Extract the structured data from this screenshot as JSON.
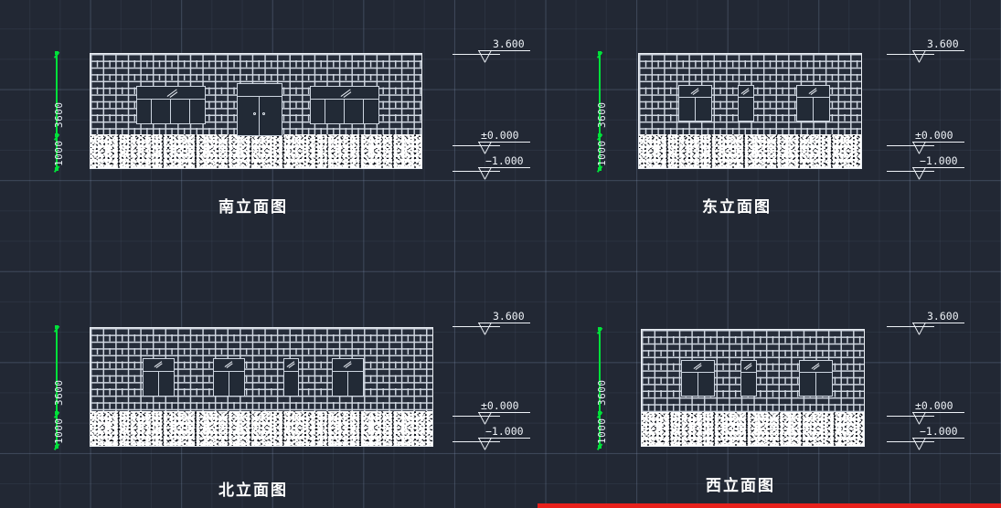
{
  "app": {
    "background_color": "#222834",
    "grid_color": "#7a8caa",
    "line_color": "#e9edf2",
    "dimension_color": "#00e03a",
    "accent_bar_color": "#e8201b"
  },
  "drawing": {
    "kind": "architectural-elevations",
    "views": [
      {
        "id": "south",
        "title": "南立面图",
        "dimensions": {
          "upper": "3600",
          "lower": "1000"
        },
        "elevations": [
          {
            "value": "3.600"
          },
          {
            "value": "±0.000"
          },
          {
            "value": "−1.000"
          }
        ],
        "openings": {
          "windows": [
            {
              "type": "wide",
              "panes": 3
            },
            {
              "type": "wide",
              "panes": 3
            }
          ],
          "doors": [
            {
              "type": "double",
              "leaves": 2,
              "handles": 2,
              "transom": true
            }
          ]
        }
      },
      {
        "id": "east",
        "title": "东立面图",
        "dimensions": {
          "upper": "3600",
          "lower": "1000"
        },
        "elevations": [
          {
            "value": "3.600"
          },
          {
            "value": "±0.000"
          },
          {
            "value": "−1.000"
          }
        ],
        "openings": {
          "windows": [
            {
              "type": "wide",
              "panes": 2
            },
            {
              "type": "narrow",
              "panes": 1
            },
            {
              "type": "wide",
              "panes": 2
            }
          ],
          "doors": []
        }
      },
      {
        "id": "north",
        "title": "北立面图",
        "dimensions": {
          "upper": "3600",
          "lower": "1000"
        },
        "elevations": [
          {
            "value": "3.600"
          },
          {
            "value": "±0.000"
          },
          {
            "value": "−1.000"
          }
        ],
        "openings": {
          "windows": [
            {
              "type": "wide",
              "panes": 2
            },
            {
              "type": "wide",
              "panes": 2
            },
            {
              "type": "narrow",
              "panes": 1
            },
            {
              "type": "wide",
              "panes": 2
            }
          ],
          "doors": []
        }
      },
      {
        "id": "west",
        "title": "西立面图",
        "dimensions": {
          "upper": "3600",
          "lower": "1000"
        },
        "elevations": [
          {
            "value": "3.600"
          },
          {
            "value": "±0.000"
          },
          {
            "value": "−1.000"
          }
        ],
        "openings": {
          "windows": [
            {
              "type": "wide",
              "panes": 2
            },
            {
              "type": "narrow",
              "panes": 1
            },
            {
              "type": "wide",
              "panes": 2
            }
          ],
          "doors": []
        }
      }
    ]
  }
}
